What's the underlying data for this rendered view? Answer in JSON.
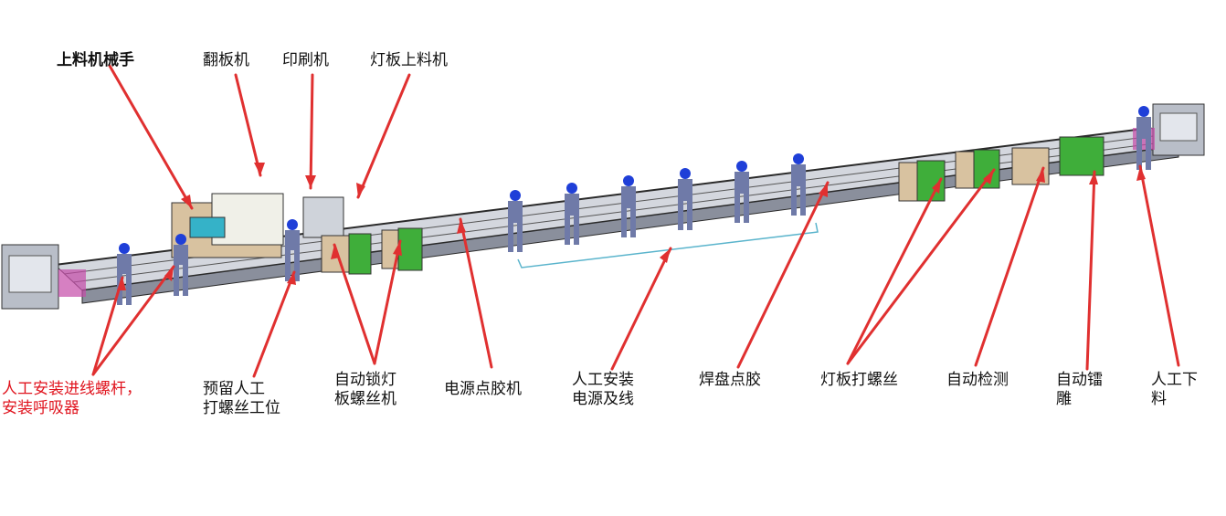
{
  "colors": {
    "arrow": "#e03030",
    "text": "#111111",
    "highlight_text": "#e0141e",
    "bracket": "#5ab4cc",
    "conveyor": "#3a3a3a",
    "worker_body": "#6f7aa8",
    "worker_head": "#1f3fd8",
    "station_green": "#3fae3a",
    "station_beige": "#d8c2a0"
  },
  "labels": {
    "loading_robot": "上料机械手",
    "flip_machine": "翻板机",
    "printer": "印刷机",
    "board_loader": "灯板上料机",
    "manual_install_line1": "人工安装进线螺杆，",
    "manual_install_line2": "安装呼吸器",
    "reserved_line1": "预留人工",
    "reserved_line2": "打螺丝工位",
    "auto_lock_line1": "自动锁灯",
    "auto_lock_line2": "板螺丝机",
    "glue_machine": "电源点胶机",
    "manual_power_line1": "人工安装",
    "manual_power_line2": "电源及线",
    "pad_glue": "焊盘点胶",
    "board_screw": "灯板打螺丝",
    "auto_inspect": "自动检测",
    "auto_engrave_line1": "自动镭",
    "auto_engrave_line2": "雕",
    "manual_unload_line1": "人工下",
    "manual_unload_line2": "料"
  }
}
